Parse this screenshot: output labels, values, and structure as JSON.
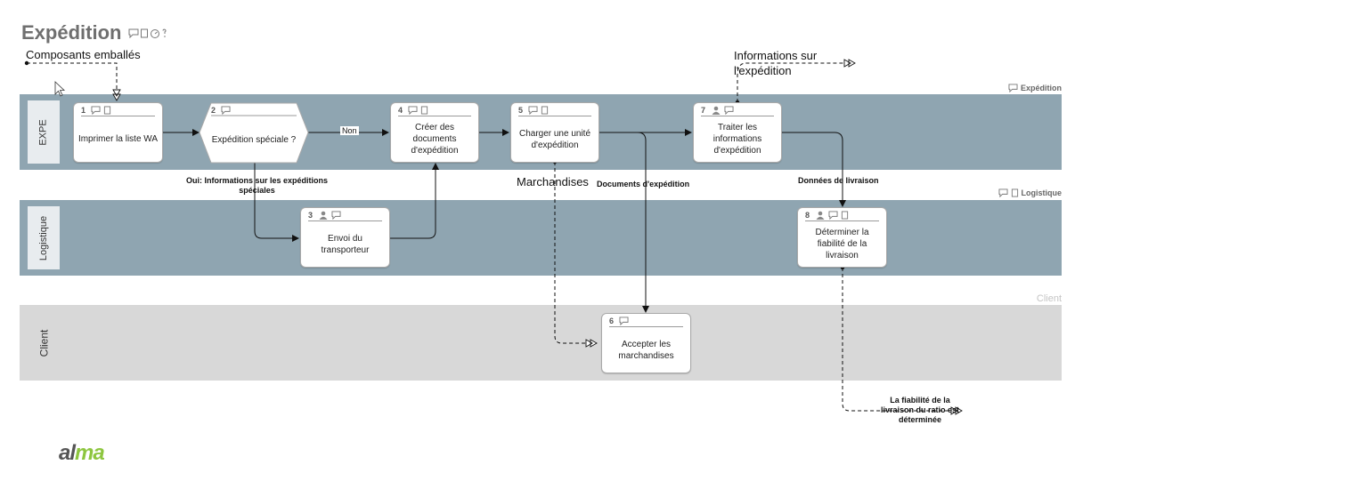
{
  "title": "Expédition",
  "lanes": [
    {
      "label": "EXPE",
      "tag": "Expédition",
      "color": "#8fa5b1"
    },
    {
      "label": "Logistique",
      "tag": "Logistique",
      "color": "#8fa5b1"
    },
    {
      "label": "Client",
      "tag": "Client",
      "color": "#d8d8d8"
    }
  ],
  "steps": [
    {
      "num": "1",
      "label": "Imprimer la liste WA"
    },
    {
      "num": "2",
      "label": "Expédition spéciale ?"
    },
    {
      "num": "3",
      "label": "Envoi du transporteur"
    },
    {
      "num": "4",
      "label": "Créer des documents d'expédition"
    },
    {
      "num": "5",
      "label": "Charger une unité d'expédition"
    },
    {
      "num": "6",
      "label": "Accepter les marchandises"
    },
    {
      "num": "7",
      "label": "Traiter les informations d'expédition"
    },
    {
      "num": "8",
      "label": "Déterminer la fiabilité de la livraison"
    }
  ],
  "flow_labels": {
    "input": "Composants emballés",
    "output_info": "Informations sur l'expédition",
    "no": "Non",
    "yes": "Oui: Informations sur les expéditions spéciales",
    "goods": "Marchandises",
    "docs": "Documents d'expédition",
    "delivery_data": "Données de livraison",
    "result": "La fiabilité de la livraison du ratio est déterminée"
  },
  "logo": {
    "part1": "al",
    "part2": "ma"
  }
}
